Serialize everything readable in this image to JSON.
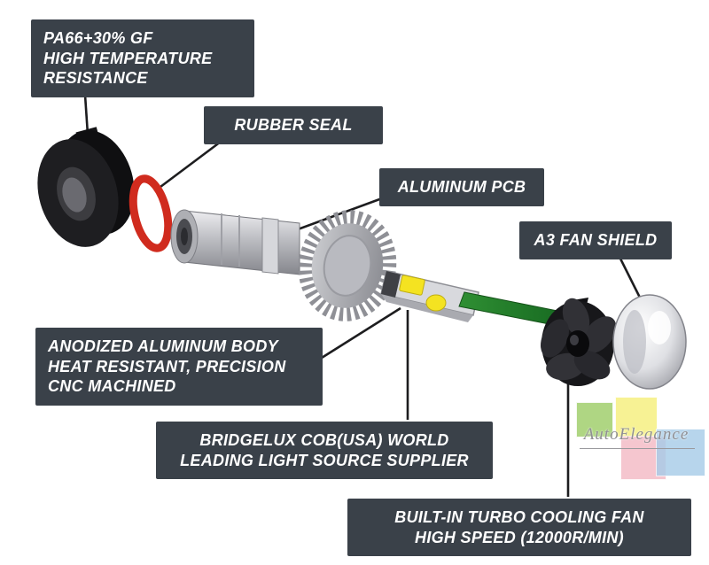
{
  "diagram": {
    "labels": {
      "pa66": {
        "lines": [
          "PA66+30% GF",
          "HIGH TEMPERATURE",
          "RESISTANCE"
        ]
      },
      "rubber_seal": {
        "text": "RUBBER SEAL"
      },
      "aluminum_pcb": {
        "text": "ALUMINUM PCB"
      },
      "fan_shield": {
        "text": "A3 FAN SHIELD"
      },
      "anodized": {
        "lines": [
          "ANODIZED ALUMINUM BODY",
          "HEAT RESISTANT, PRECISION",
          "CNC MACHINED"
        ]
      },
      "bridgelux": {
        "lines": [
          "BRIDGELUX COB(USA) WORLD",
          "LEADING LIGHT SOURCE SUPPLIER"
        ]
      },
      "cooling_fan": {
        "lines": [
          "BUILT-IN TURBO COOLING FAN",
          "HIGH SPEED (12000R/MIN)"
        ]
      }
    },
    "watermark": {
      "brand": "AutoElegance"
    },
    "colors": {
      "label_bg": "#3a4149",
      "label_text": "#ffffff",
      "seal_red": "#d02b1e",
      "pcb_green": "#2a8a2e",
      "led_yellow": "#f4e321",
      "body_silver": "#b5b6bb",
      "fan_black": "#17171a",
      "wm_green": "#9ccc65",
      "wm_yellow": "#f6ef7a",
      "wm_pink": "#f3b9c4",
      "wm_blue": "#a6cbe8"
    }
  }
}
